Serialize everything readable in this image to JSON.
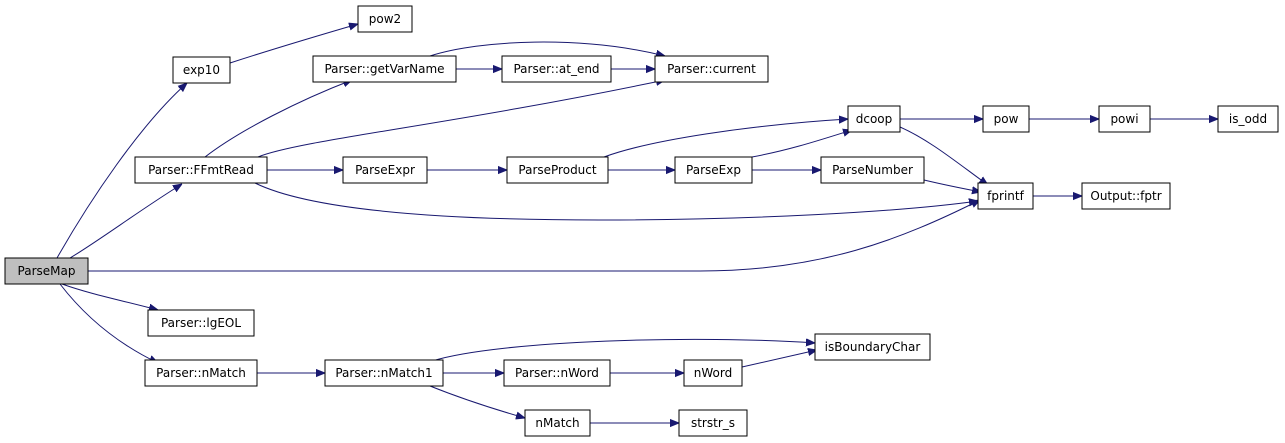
{
  "colors": {
    "edge": "#191970",
    "node_fill": "#ffffff",
    "root_fill": "#bfbfbf",
    "border": "#000000"
  },
  "nodes": {
    "parsemap": "ParseMap",
    "exp10": "exp10",
    "pow2": "pow2",
    "getvarname": "Parser::getVarName",
    "at_end": "Parser::at_end",
    "current": "Parser::current",
    "ffmtread": "Parser::FFmtRead",
    "parseexpr": "ParseExpr",
    "parseproduct": "ParseProduct",
    "parseexp": "ParseExp",
    "parsenumber": "ParseNumber",
    "dcoop": "dcoop",
    "pow": "pow",
    "powi": "powi",
    "is_odd": "is_odd",
    "fprintf": "fprintf",
    "output_fptr": "Output::fptr",
    "lgeol": "Parser::lgEOL",
    "nmatch_parser": "Parser::nMatch",
    "nmatch1": "Parser::nMatch1",
    "nword_parser": "Parser::nWord",
    "nword": "nWord",
    "isboundarychar": "isBoundaryChar",
    "nmatch": "nMatch",
    "strstr_s": "strstr_s"
  },
  "edges": [
    [
      "parsemap",
      "exp10"
    ],
    [
      "parsemap",
      "ffmtread"
    ],
    [
      "parsemap",
      "fprintf"
    ],
    [
      "parsemap",
      "lgeol"
    ],
    [
      "parsemap",
      "nmatch_parser"
    ],
    [
      "exp10",
      "pow2"
    ],
    [
      "ffmtread",
      "getvarname"
    ],
    [
      "ffmtread",
      "current"
    ],
    [
      "ffmtread",
      "parseexpr"
    ],
    [
      "ffmtread",
      "fprintf"
    ],
    [
      "getvarname",
      "at_end"
    ],
    [
      "getvarname",
      "current"
    ],
    [
      "at_end",
      "current"
    ],
    [
      "parseexpr",
      "parseproduct"
    ],
    [
      "parseproduct",
      "dcoop"
    ],
    [
      "parseproduct",
      "parseexp"
    ],
    [
      "parseexp",
      "dcoop"
    ],
    [
      "parseexp",
      "parsenumber"
    ],
    [
      "parsenumber",
      "fprintf"
    ],
    [
      "dcoop",
      "pow"
    ],
    [
      "dcoop",
      "fprintf"
    ],
    [
      "pow",
      "powi"
    ],
    [
      "powi",
      "is_odd"
    ],
    [
      "fprintf",
      "output_fptr"
    ],
    [
      "nmatch_parser",
      "nmatch1"
    ],
    [
      "nmatch1",
      "isboundarychar"
    ],
    [
      "nmatch1",
      "nword_parser"
    ],
    [
      "nmatch1",
      "nmatch"
    ],
    [
      "nword_parser",
      "nword"
    ],
    [
      "nword",
      "isboundarychar"
    ],
    [
      "nmatch",
      "strstr_s"
    ]
  ]
}
